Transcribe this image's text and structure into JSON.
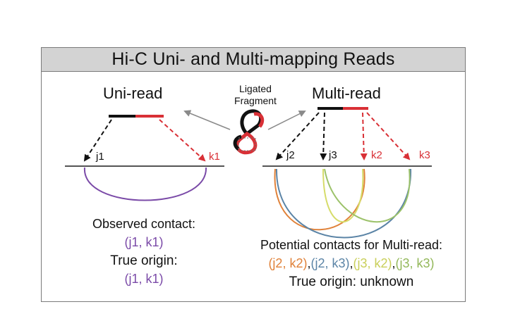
{
  "title": "Hi-C Uni- and Multi-mapping Reads",
  "uni": {
    "heading": "Uni-read",
    "observed_label": "Observed contact:",
    "observed_value": "(j1, k1)",
    "origin_label": "True origin:",
    "origin_value": "(j1, k1)",
    "site_j": "j1",
    "site_k": "k1"
  },
  "ligated": {
    "line1": "Ligated",
    "line2": "Fragment"
  },
  "multi": {
    "heading": "Multi-read",
    "sites": [
      "j2",
      "j3",
      "k2",
      "k3"
    ],
    "potential_label": "Potential contacts for Multi-read:",
    "contacts": [
      "(j2, k2)",
      "(j2, k3)",
      "(j3, k2)",
      "(j3, k3)"
    ],
    "separator": ",",
    "origin_text": "True origin: unknown"
  },
  "colors": {
    "black": "#111111",
    "red": "#d93036",
    "purple": "#7b4ba8",
    "orange": "#e0823a",
    "blue": "#5b84a6",
    "yellow": "#d6dc6a",
    "green": "#9cc26a",
    "gray_arrow": "#8a8a8a"
  }
}
